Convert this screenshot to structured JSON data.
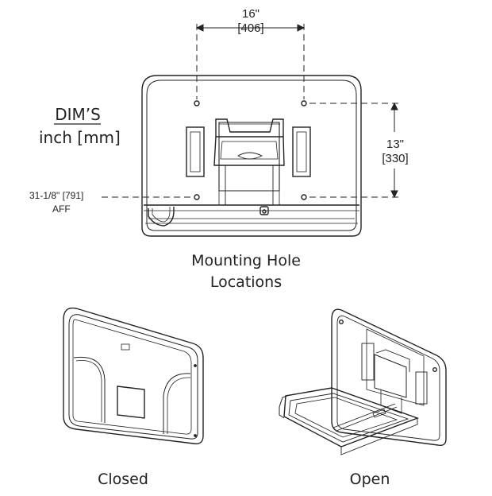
{
  "dimensions": {
    "width": {
      "inch": "16\"",
      "mm": "[406]"
    },
    "height": {
      "inch": "13\"",
      "mm": "[330]"
    },
    "mount_height": {
      "value": "31-1/8\" [791]",
      "ref": "AFF"
    }
  },
  "legend": {
    "title": "DIM’S",
    "units": "inch [mm]"
  },
  "captions": {
    "mounting": [
      "Mounting Hole",
      "Locations"
    ],
    "closed": "Closed",
    "open": "Open"
  }
}
